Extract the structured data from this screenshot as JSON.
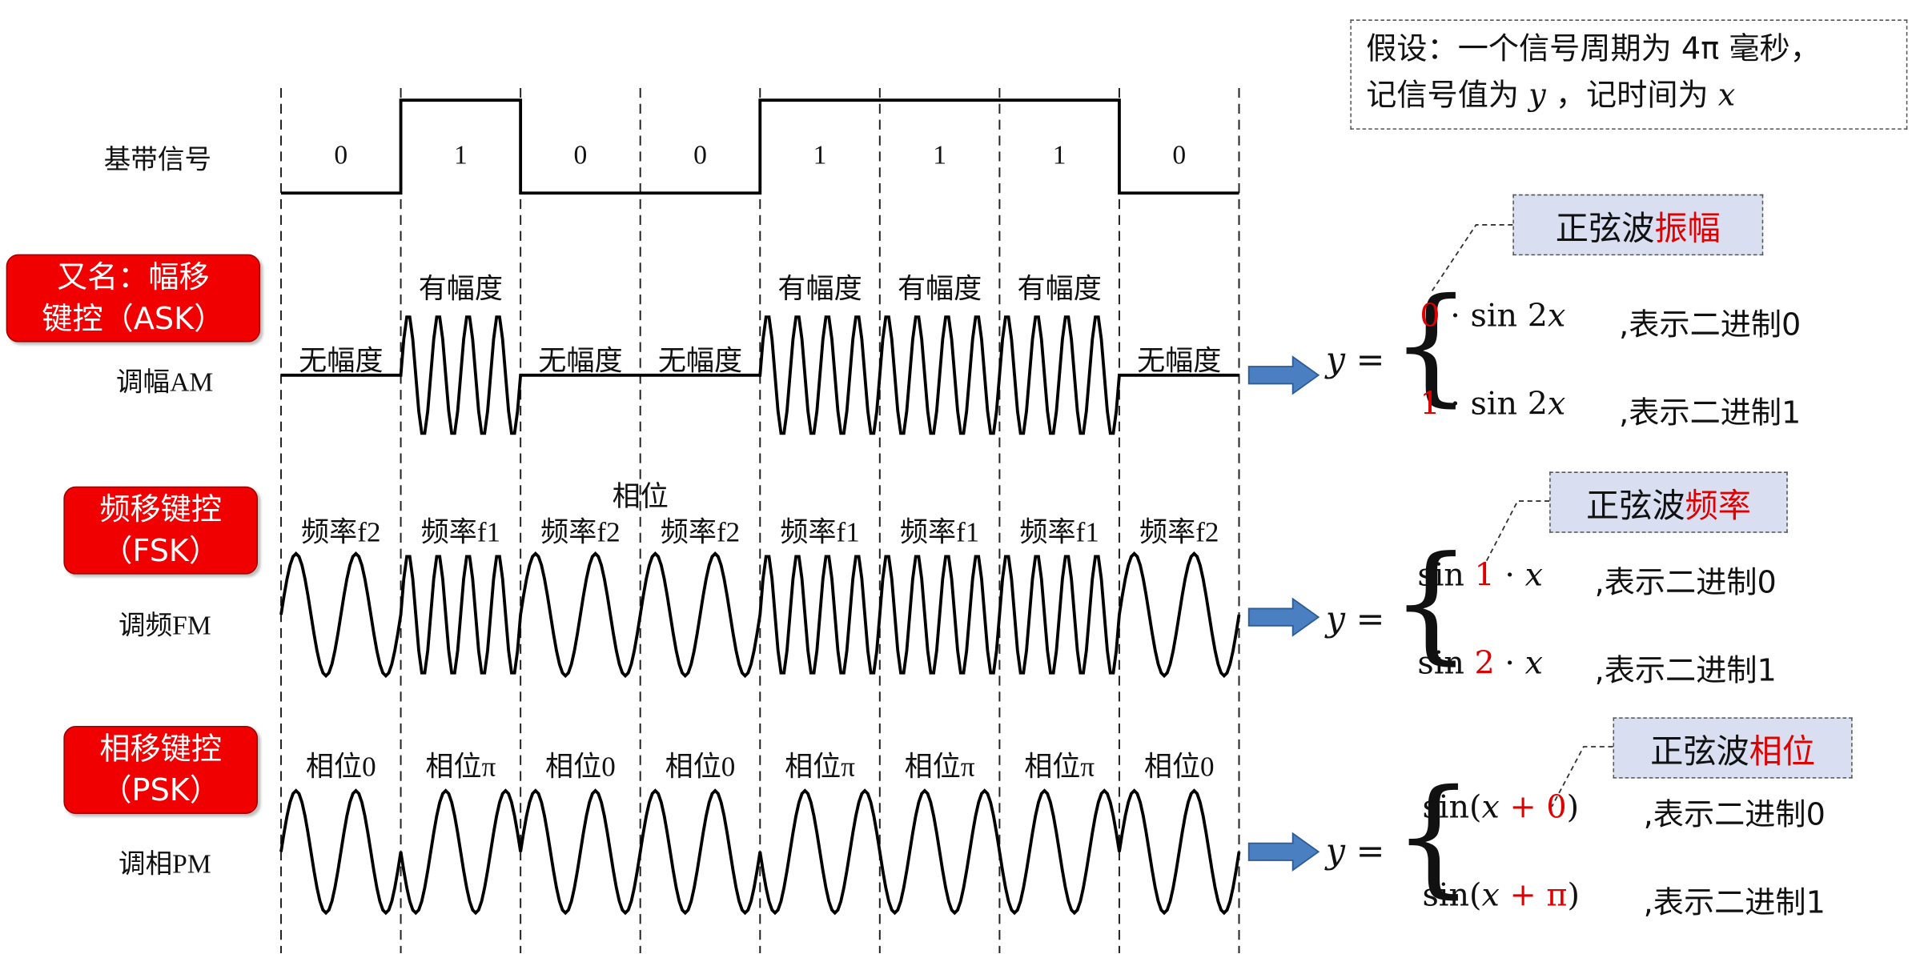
{
  "assumption": {
    "line1_prefix": "假设：一个信号周期为",
    "line1_value": "4π",
    "line1_suffix": "毫秒，",
    "line2_a": "记信号值为",
    "line2_y": "y",
    "line2_b": "，记时间为",
    "line2_x": "x"
  },
  "rows": {
    "baseband": {
      "label": "基带信号"
    },
    "am": {
      "label": "调幅AM",
      "callout_line1": "又名：幅移",
      "callout_line2": "键控（ASK）"
    },
    "fm": {
      "label": "调频FM",
      "callout_line1": "频移键控",
      "callout_line2": "（FSK）"
    },
    "pm": {
      "label": "调相PM",
      "callout_line1": "相移键控",
      "callout_line2": "（PSK）"
    }
  },
  "bits": [
    "0",
    "1",
    "0",
    "0",
    "1",
    "1",
    "1",
    "0"
  ],
  "am_labels": [
    "无幅度",
    "有幅度",
    "无幅度",
    "无幅度",
    "有幅度",
    "有幅度",
    "有幅度",
    "无幅度"
  ],
  "fm_labels": [
    "频率f2",
    "频率f1",
    "频率f2",
    "频率f2",
    "频率f1",
    "频率f1",
    "频率f1",
    "频率f2"
  ],
  "pm_labels": [
    "相位0",
    "相位π",
    "相位0",
    "相位0",
    "相位π",
    "相位π",
    "相位π",
    "相位0"
  ],
  "stray_label": "相位",
  "tags": {
    "am": {
      "prefix": "正弦波",
      "highlight": "振幅"
    },
    "fm": {
      "prefix": "正弦波",
      "highlight": "频率"
    },
    "pm": {
      "prefix": "正弦波",
      "highlight": "相位"
    }
  },
  "formulas": {
    "y_equals": "y =",
    "am": [
      {
        "coef": "0",
        "body": "· sin 2",
        "var": "x",
        "meaning": ",表示二进制0"
      },
      {
        "coef": "1",
        "body": "· sin 2",
        "var": "x",
        "meaning": ",表示二进制1"
      }
    ],
    "fm": [
      {
        "pre": "sin ",
        "coef": "1",
        "mid": " · ",
        "var": "x",
        "meaning": ",表示二进制0"
      },
      {
        "pre": "sin ",
        "coef": "2",
        "mid": " · ",
        "var": "x",
        "meaning": ",表示二进制1"
      }
    ],
    "pm": [
      {
        "pre": "sin(",
        "var": "x",
        "plus": " + ",
        "coef": "0",
        "post": ")",
        "meaning": ",表示二进制0"
      },
      {
        "pre": "sin(",
        "var": "x",
        "plus": " + ",
        "coef": "π",
        "post": ")",
        "meaning": ",表示二进制1"
      }
    ]
  },
  "colors": {
    "callout_red": "#f00000",
    "highlight_red": "#e00000",
    "tag_fill": "#d9dff0",
    "arrow_blue": "#4a7fc1"
  }
}
